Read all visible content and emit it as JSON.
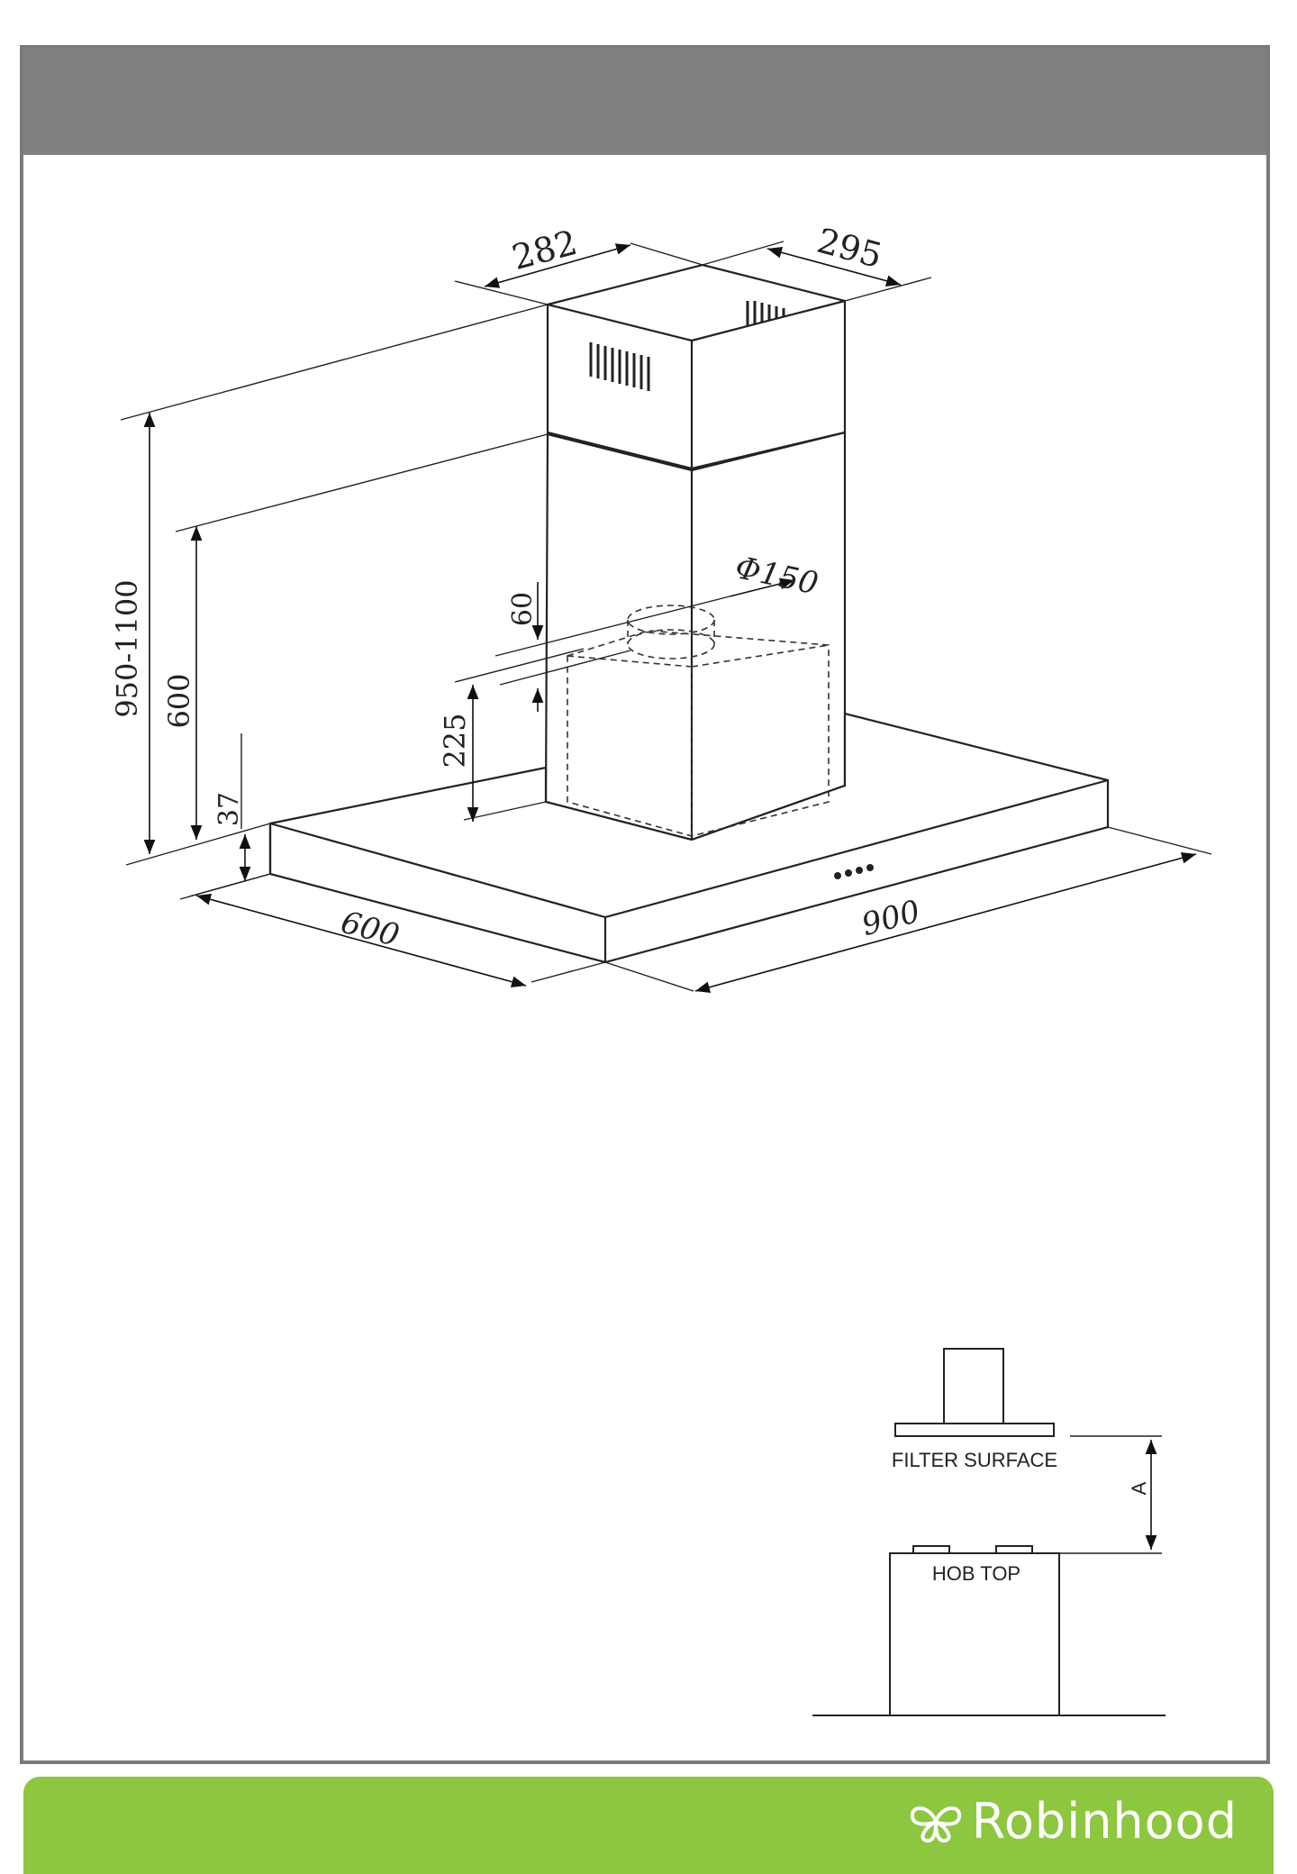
{
  "diagram": {
    "dims": {
      "chimney_depth": "282",
      "chimney_width": "295",
      "total_height": "950-1100",
      "chimney_lower_height": "600",
      "canopy_thickness": "37",
      "duct_offset": "60",
      "motor_height": "225",
      "duct_diameter": "Φ150",
      "canopy_depth": "600",
      "canopy_width": "900"
    },
    "installation": {
      "filter_label": "FILTER SURFACE",
      "hob_label": "HOB TOP",
      "distance_label": "A"
    }
  },
  "footer": {
    "brand": "Robinhood",
    "logo_icon": "butterfly-icon",
    "color": "#8dc63f"
  },
  "colors": {
    "header": "#808080",
    "frame_border": "#7a7a7a",
    "line": "#222222"
  }
}
